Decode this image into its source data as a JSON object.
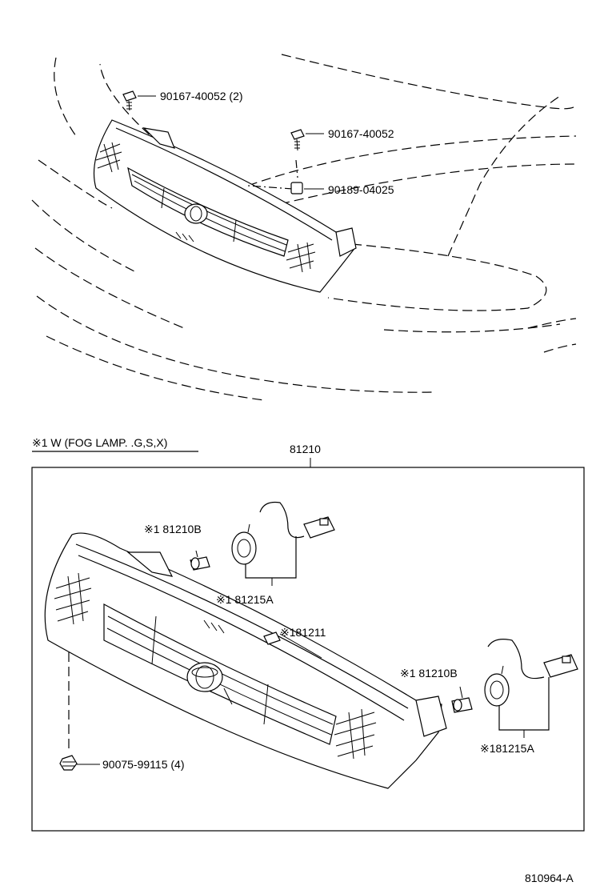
{
  "labels": {
    "bolt_top": "90167-40052 (2)",
    "bolt_right": "90167-40052",
    "nut_right": "90189-04025",
    "note_variant": "※1 W (FOG LAMP. .G,S,X)",
    "assembly": "81210",
    "bulb_upper": "※1 81210B",
    "socket_upper": "※1 81215A",
    "grille_part": "※181211",
    "bulb_lower": "※1 81210B",
    "socket_lower": "※181215A",
    "clip": "90075-99115 (4)",
    "figure_id": "810964-A"
  },
  "colors": {
    "ink": "#000000",
    "paper": "#ffffff"
  },
  "icons": [
    "bolt-icon",
    "nut-icon",
    "clip-icon",
    "emblem-icon",
    "bulb-icon",
    "socket-icon",
    "connector-icon"
  ]
}
